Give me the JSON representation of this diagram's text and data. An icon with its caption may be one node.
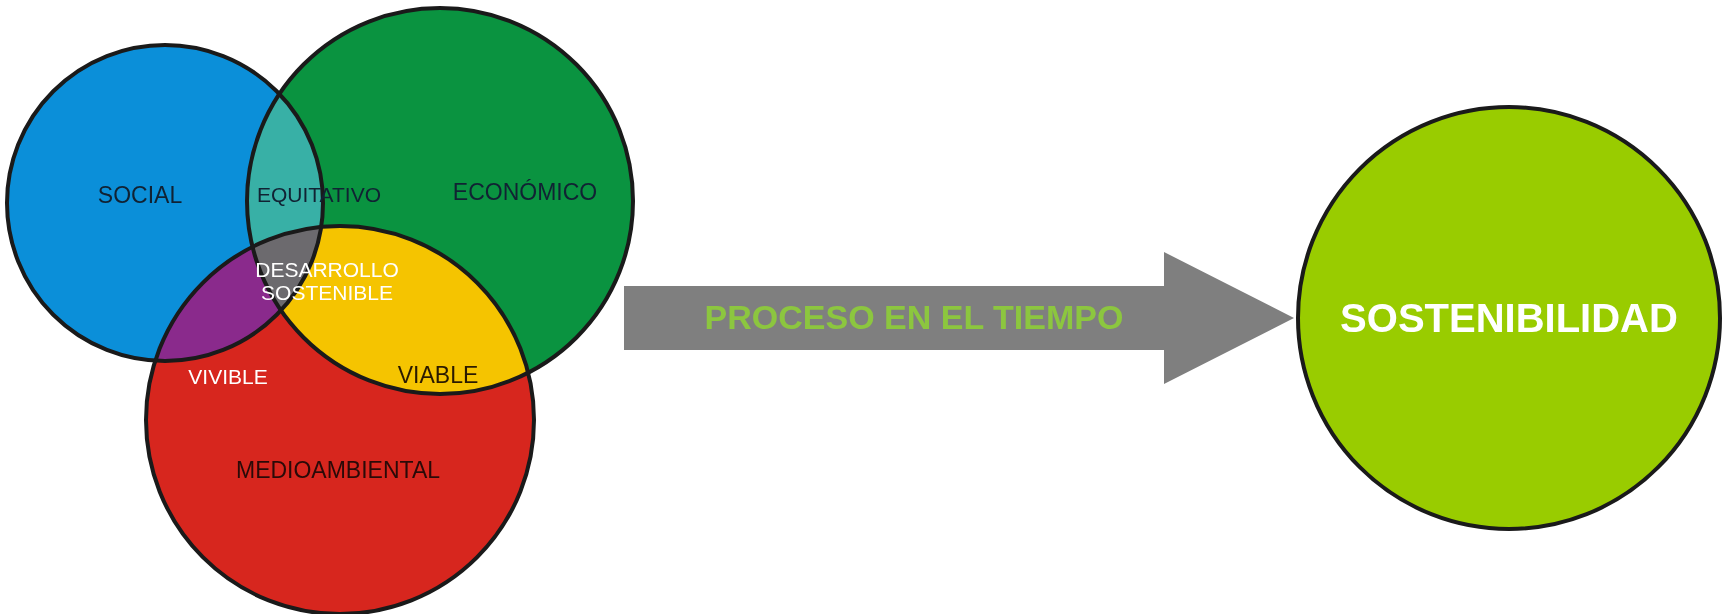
{
  "diagram": {
    "nodes": [
      {
        "text": [
          "SOCIAL"
        ]
      },
      {
        "text": [
          "ECONÓMICO"
        ]
      },
      {
        "text": [
          "MEDIOAMBIENTAL"
        ]
      },
      {
        "text": [
          "EQUITATIVO"
        ]
      },
      {
        "text": [
          "VIVIBLE"
        ]
      },
      {
        "text": [
          "VIABLE"
        ]
      },
      {
        "text": [
          "DESARROLLO SOSTENIBLE"
        ]
      },
      {
        "text": [
          "SOSTENIBILIDAD"
        ]
      }
    ],
    "edges": [
      {
        "from": null,
        "to": 7,
        "arrow": "to",
        "label": "PROCESO EN EL TIEMPO",
        "style": "thick"
      }
    ]
  }
}
